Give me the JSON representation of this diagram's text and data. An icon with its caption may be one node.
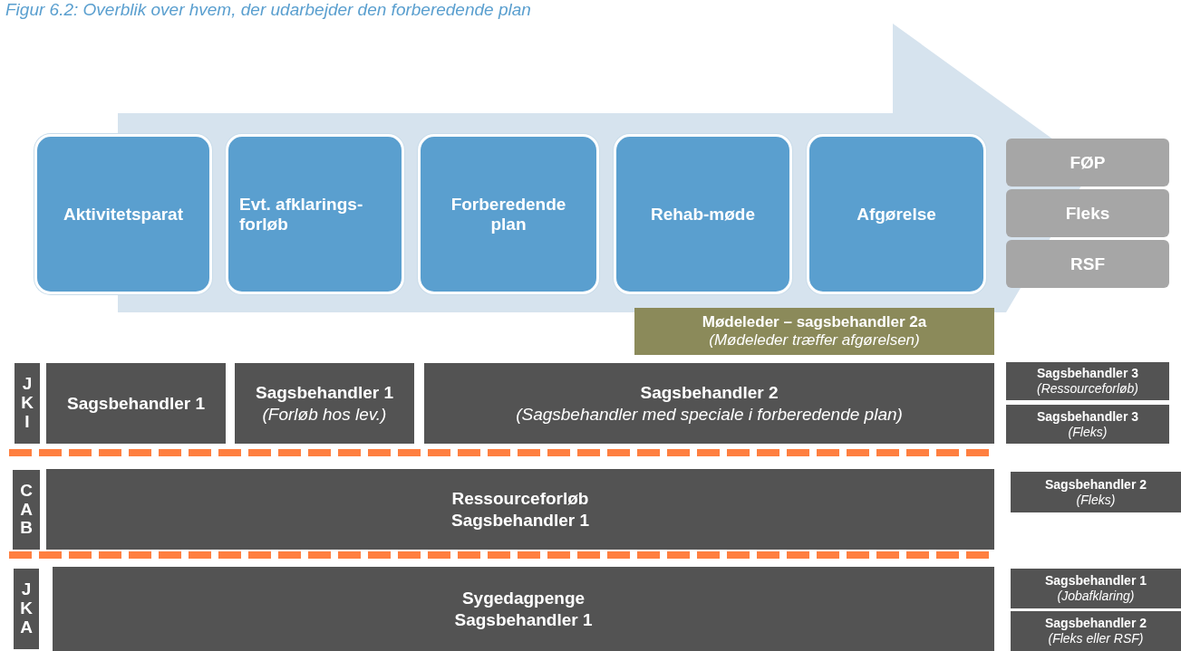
{
  "diagram": {
    "title": "Figur 6.2: Overblik over hvem, der udarbejder den forberedende plan",
    "nodes": [
      {
        "text": [
          "Aktivitetsparat"
        ]
      },
      {
        "text": [
          "Evt. afklarings-forløb"
        ]
      },
      {
        "text": [
          "Forberedende plan"
        ]
      },
      {
        "text": [
          "Rehab-møde"
        ]
      },
      {
        "text": [
          "Afgørelse"
        ]
      },
      {
        "text": [
          "FØP"
        ]
      },
      {
        "text": [
          "Fleks"
        ]
      },
      {
        "text": [
          "RSF"
        ]
      },
      {
        "text": [
          "Mødeleder – sagsbehandler 2a",
          "(Mødeleder træffer  afgørelsen)"
        ]
      },
      {
        "text": [
          "JKI"
        ]
      },
      {
        "text": [
          "Sagsbehandler 1"
        ]
      },
      {
        "text": [
          "Sagsbehandler 1",
          "(Forløb hos lev.)"
        ]
      },
      {
        "text": [
          "Sagsbehandler 2",
          "(Sagsbehandler med speciale i forberedende plan)"
        ]
      },
      {
        "text": [
          "Sagsbehandler 3",
          "(Ressourceforløb)"
        ]
      },
      {
        "text": [
          "Sagsbehandler 3",
          "(Fleks)"
        ]
      },
      {
        "text": [
          "CAB"
        ]
      },
      {
        "text": [
          "Ressourceforløb",
          "Sagsbehandler 1"
        ]
      },
      {
        "text": [
          "Sagsbehandler 2",
          "(Fleks)"
        ]
      },
      {
        "text": [
          "JKA"
        ]
      },
      {
        "text": [
          "Sygedagpenge",
          "Sagsbehandler 1"
        ]
      },
      {
        "text": [
          "Sagsbehandler 1",
          "(Jobafklaring)"
        ]
      },
      {
        "text": [
          "Sagsbehandler 2",
          "(Fleks eller RSF)"
        ]
      }
    ]
  }
}
